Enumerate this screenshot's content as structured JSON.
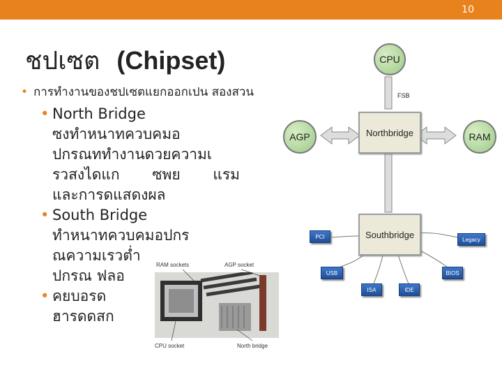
{
  "slide": {
    "number": "10"
  },
  "title": {
    "thai": "ชปเซต",
    "english": "(Chipset)"
  },
  "content": {
    "intro": "การทำงานของชปเซตแยกออกเปน สองสวน",
    "north": {
      "heading": "North Bridge",
      "lines": [
        "ซงทำหนาทควบคมอ",
        "ปกรณททำงานดวยความเ",
        "รวสงไดแก ซพย แรม",
        "และการดแสดงผล"
      ]
    },
    "south": {
      "heading": "South Bridge",
      "lines": [
        "ทำหนาทควบคมอปกร",
        "ณความเรวต่ำ",
        "ปกรณ ฟลอ"
      ]
    },
    "keyboard": {
      "lines": [
        "คยบอรด",
        "ฮารดดสก"
      ]
    }
  },
  "photo": {
    "labels": {
      "ram_sockets": "RAM sockets",
      "agp_socket": "AGP socket",
      "cpu_socket": "CPU socket",
      "north_bridge": "North bridge"
    }
  },
  "diagram": {
    "cpu": "CPU",
    "fsb": "FSB",
    "agp": "AGP",
    "northbridge": "Northbridge",
    "ram": "RAM",
    "southbridge": "Southbridge",
    "pci": "PCI",
    "legacy": "Legacy",
    "usb": "USB",
    "isa": "ISA",
    "ide": "IDE",
    "bios": "BIOS"
  },
  "colors": {
    "accent": "#e8821c",
    "node_green": "#9ec98a",
    "io_blue": "#2a5fb0",
    "chip_box": "#ece9d8"
  }
}
